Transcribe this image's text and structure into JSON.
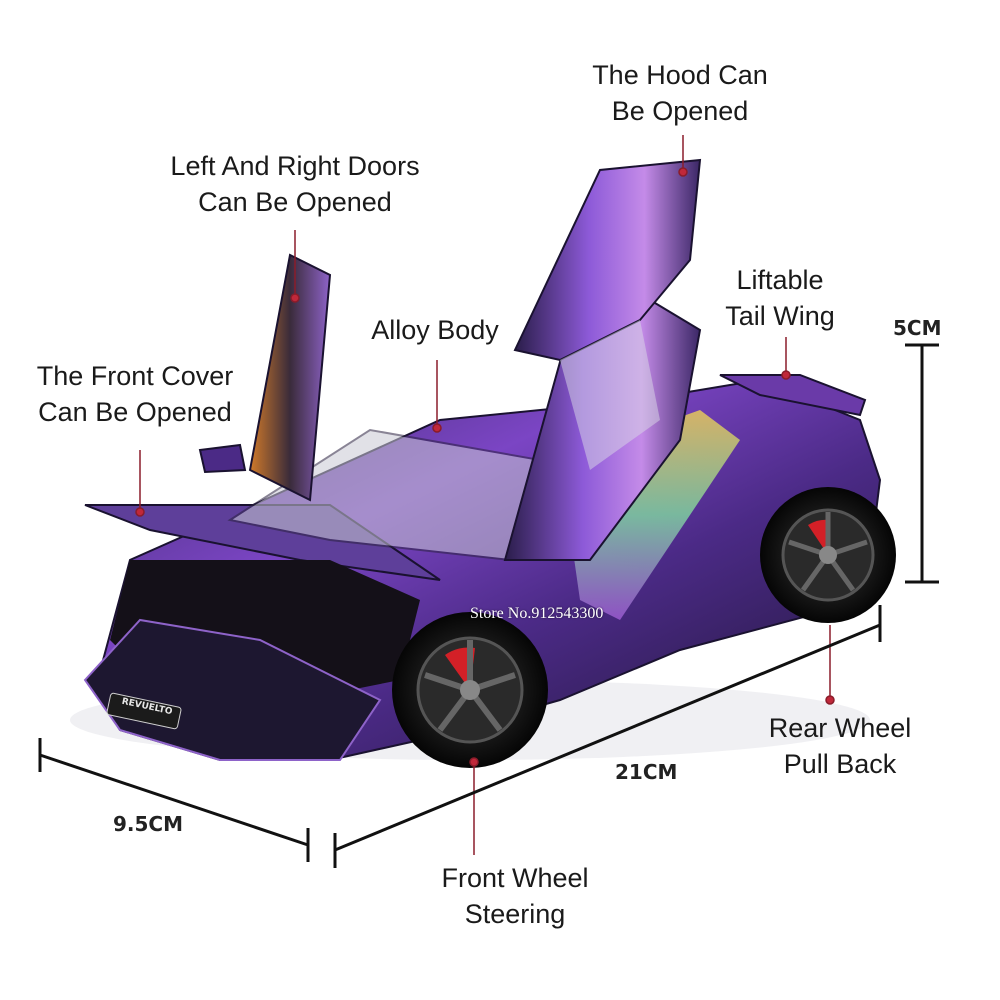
{
  "callouts": {
    "hood": [
      "The Hood Can",
      "Be Opened"
    ],
    "doors": [
      "Left And Right Doors",
      "Can Be Opened"
    ],
    "alloy": [
      "Alloy Body"
    ],
    "wing": [
      "Liftable",
      "Tail Wing"
    ],
    "front_cover": [
      "The Front Cover",
      "Can Be Opened"
    ],
    "rear_wheel": [
      "Rear Wheel",
      "Pull Back"
    ],
    "front_wheel": [
      "Front Wheel",
      "Steering"
    ]
  },
  "dimensions": {
    "height": "5CM",
    "length": "21CM",
    "width": "9.5CM"
  },
  "watermark": "Store No.912543300",
  "plate": "REVUELTO",
  "colors": {
    "callout_dot": "#c0283a",
    "paint_purple": "#6a3aa8",
    "paint_violet": "#9b59d0",
    "chrome_gold": "#e8c75a",
    "chrome_green": "#7fd0a0",
    "brake_red": "#d32027",
    "tire": "#111111"
  }
}
